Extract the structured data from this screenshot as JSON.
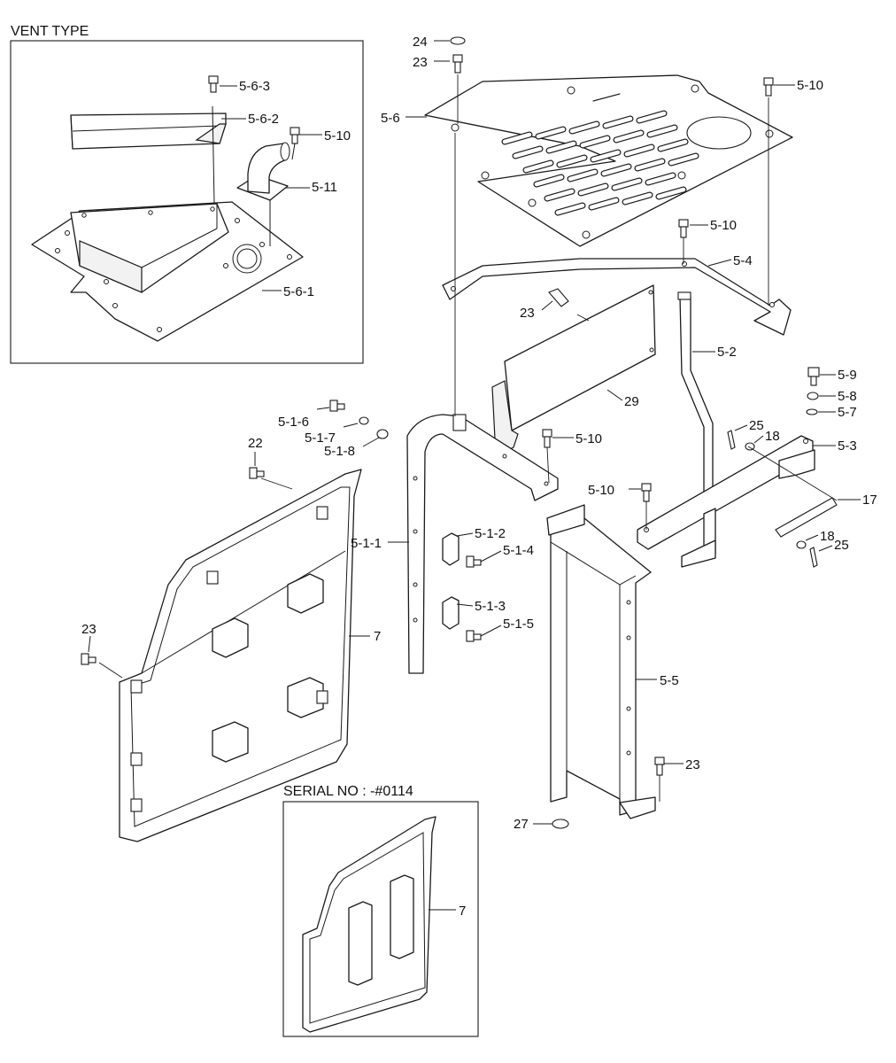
{
  "inset_vent_title": "VENT TYPE",
  "inset_serial_title": "SERIAL NO : -#0114",
  "labels": {
    "p24": "24",
    "p23_top": "23",
    "p5_10_a": "5-10",
    "p5_6": "5-6",
    "p5_10_b": "5-10",
    "p5_4": "5-4",
    "p23_mid": "23",
    "p5_2": "5-2",
    "p29": "29",
    "p5_9": "5-9",
    "p5_8": "5-8",
    "p5_7": "5-7",
    "p5_3": "5-3",
    "p25_a": "25",
    "p18_a": "18",
    "p5_10_c": "5-10",
    "p5_10_d": "5-10",
    "p17": "17",
    "p18_b": "18",
    "p25_b": "25",
    "p5_1_6": "5-1-6",
    "p5_1_7": "5-1-7",
    "p5_1_8": "5-1-8",
    "p22": "22",
    "p5_1_1": "5-1-1",
    "p5_1_2": "5-1-2",
    "p5_1_4": "5-1-4",
    "p5_1_3": "5-1-3",
    "p5_1_5": "5-1-5",
    "p23_left": "23",
    "p7_main": "7",
    "p5_5": "5-5",
    "p23_low": "23",
    "p27": "27",
    "p7_inset": "7",
    "p5_6_3": "5-6-3",
    "p5_6_2": "5-6-2",
    "p5_10_v": "5-10",
    "p5_11": "5-11",
    "p5_6_1": "5-6-1"
  }
}
